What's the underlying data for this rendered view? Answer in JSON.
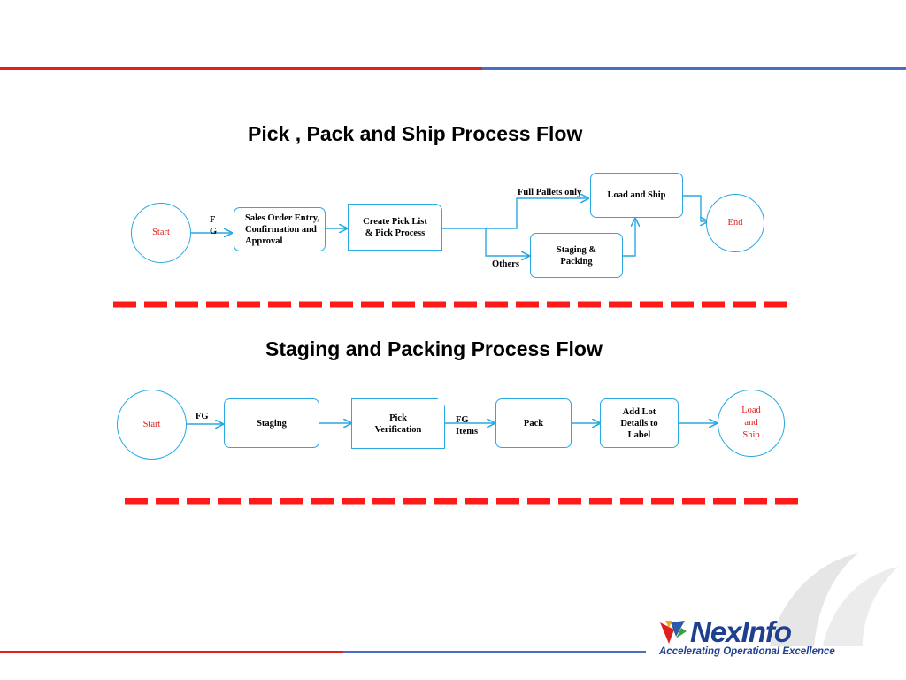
{
  "colors": {
    "accent_red": "#e0201f",
    "accent_blue": "#4a6fc1",
    "connector": "#29a9e0",
    "dash_red": "#ff1a1a"
  },
  "section1": {
    "title": "Pick , Pack and Ship Process Flow",
    "start": "Start",
    "end": "End",
    "fg_label_1": "F",
    "fg_label_2": "G",
    "sales_order": "Sales Order Entry, Confirmation and Approval",
    "create_pick": "Create Pick List & Pick Process",
    "full_pallets": "Full Pallets only",
    "load_ship": "Load and Ship",
    "others": "Others",
    "staging_packing": "Staging & Packing"
  },
  "section2": {
    "title": "Staging and Packing Process Flow",
    "start": "Start",
    "fg": "FG",
    "staging": "Staging",
    "pick_verification": "Pick Verification",
    "fg_items_1": "FG",
    "fg_items_2": "Items",
    "pack": "Pack",
    "add_lot": "Add Lot Details to Label",
    "end": "Load and Ship"
  },
  "logo": {
    "brand": "NexInfo",
    "tagline": "Accelerating Operational Excellence"
  }
}
